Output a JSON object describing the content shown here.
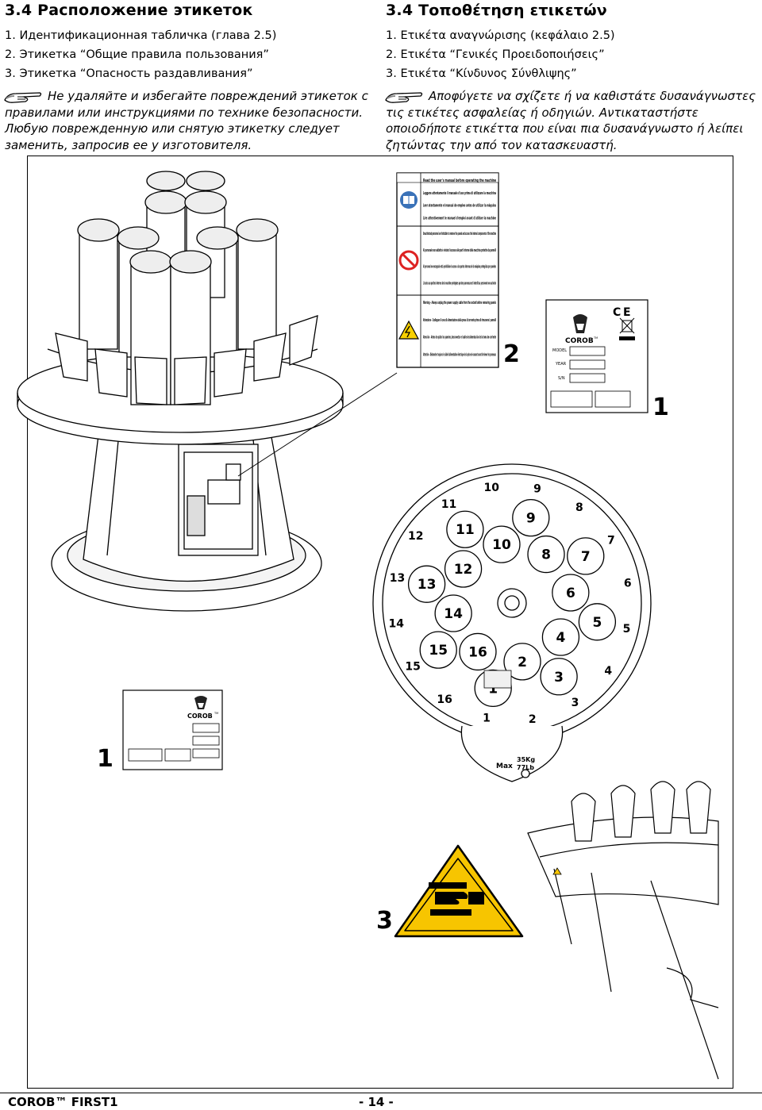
{
  "ru": {
    "heading": "3.4  Расположение этикеток",
    "items": [
      "1.   Идентификационная табличка (глава 2.5)",
      "2.   Этикетка “Общие правила пользования”",
      "3.   Этикетка “Опасность раздавливания”"
    ],
    "warning_first": "Не удаляйте и избегайте повреждений этикеток с",
    "warning_rest": "правилами или инструкциями по технике безопасности. Любую поврежденную или снятую этикетку следует заменить, запросив ее у изготовителя."
  },
  "gr": {
    "heading": "3.4  Τοποθέτηση ετικετών",
    "items": [
      "1.   Ετικέτα αναγνώρισης (κεφάλαιο 2.5)",
      "2.   Ετικέτα “Γενικές Προειδοποιήσεις”",
      "3.   Ετικέτα “Κίνδυνος Σύνθλιψης”"
    ],
    "warning_first": "Αποφύγετε να σχίζετε ή να καθιστάτε δυσανάγνωστες",
    "warning_rest": "τις ετικέτες ασφαλείας ή οδηγιών. Αντικαταστήστε οποιοδήποτε ετικέττα που είναι πια δυσανάγνωστο ή λείπει ζητώντας την από τον κατασκευαστή."
  },
  "callouts": {
    "label_2": "2",
    "label_1_top": "1",
    "label_1_bottom": "1",
    "label_3": "3"
  },
  "warning_label": {
    "blocks": [
      {
        "icon": "manual-icon",
        "lines": [
          "Read the user's manual before operating the machine",
          "Leggere attentamente il manuale d'uso prima di utilizzare la macchina",
          "Leer atentamente el manual de empleo antes de utilizar la máquina",
          "Lire attentivement le manuel d'emploi avant d'utiliser la machine"
        ]
      },
      {
        "icon": "no-entry-icon",
        "lines": [
          "Unauthorized personnel are forbidden to remove the panels and access the internal components of the machine",
          "Al personale non addetto è vietato l'accesso alle parti interne della macchina protette da pannelli",
          "Al personal no encargado está prohibido el acceso a las partes internas de la máquina protegidas por paneles",
          "L'accès aux parties internes de la machine protégées par des panneaux est interdit au personnel non autorisé"
        ]
      },
      {
        "icon": "electric-hazard-icon",
        "lines": [
          "Warning - Always unplug the power supply cable from the socket before removing panels",
          "Attenzione - Scollegare il cavo di alimentazione dalla presa di corrente prima di rimuovere i pannelli",
          "Atención - Antes de quitar los paneles, desconectar el cable de alimentación de la toma de corriente",
          "Attention - Débrancher toujours le câble d'alimentation électrique de la prise de courant avant d'enlever les panneaux"
        ]
      }
    ]
  },
  "id_plate": {
    "brand": "COROB",
    "tm": "TM",
    "model_label": "MODEL",
    "year_label": "YEAR",
    "sn_label": "S/N"
  },
  "small_plate": {
    "brand": "COROB",
    "tm": "TM"
  },
  "top_view": {
    "outer_numbers": [
      "10",
      "9",
      "8",
      "7",
      "6",
      "5",
      "4",
      "3",
      "2",
      "1",
      "16",
      "15",
      "14",
      "13",
      "12",
      "11"
    ],
    "inner_numbers": [
      "10",
      "9",
      "8",
      "7",
      "6",
      "5",
      "4",
      "3",
      "2",
      "1",
      "16",
      "15",
      "14",
      "13",
      "12",
      "11"
    ],
    "max_load": "Max",
    "load_kg": "35Kg",
    "load_lb": "77Lb"
  },
  "footer": {
    "brand": "COROB™ FIRST1",
    "page": "- 14 -"
  }
}
